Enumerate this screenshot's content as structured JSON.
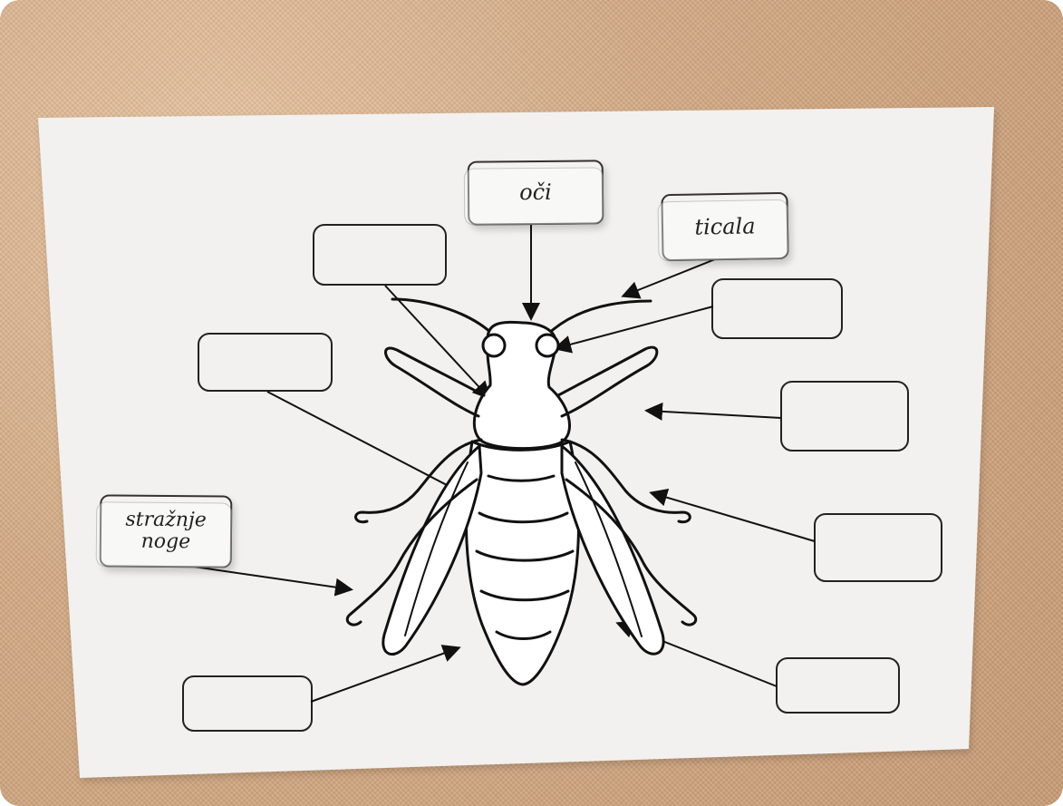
{
  "labels": {
    "eyes": "oči",
    "antennae": "ticala",
    "hind_legs_line1": "stražnje",
    "hind_legs_line2": "noge"
  },
  "colors": {
    "background": "#d4ab85",
    "paper": "#f2f1ef",
    "ink": "#111111"
  },
  "icons": {
    "main_drawing": "bee-outline-diagram",
    "arrows": "pointer-arrow"
  }
}
